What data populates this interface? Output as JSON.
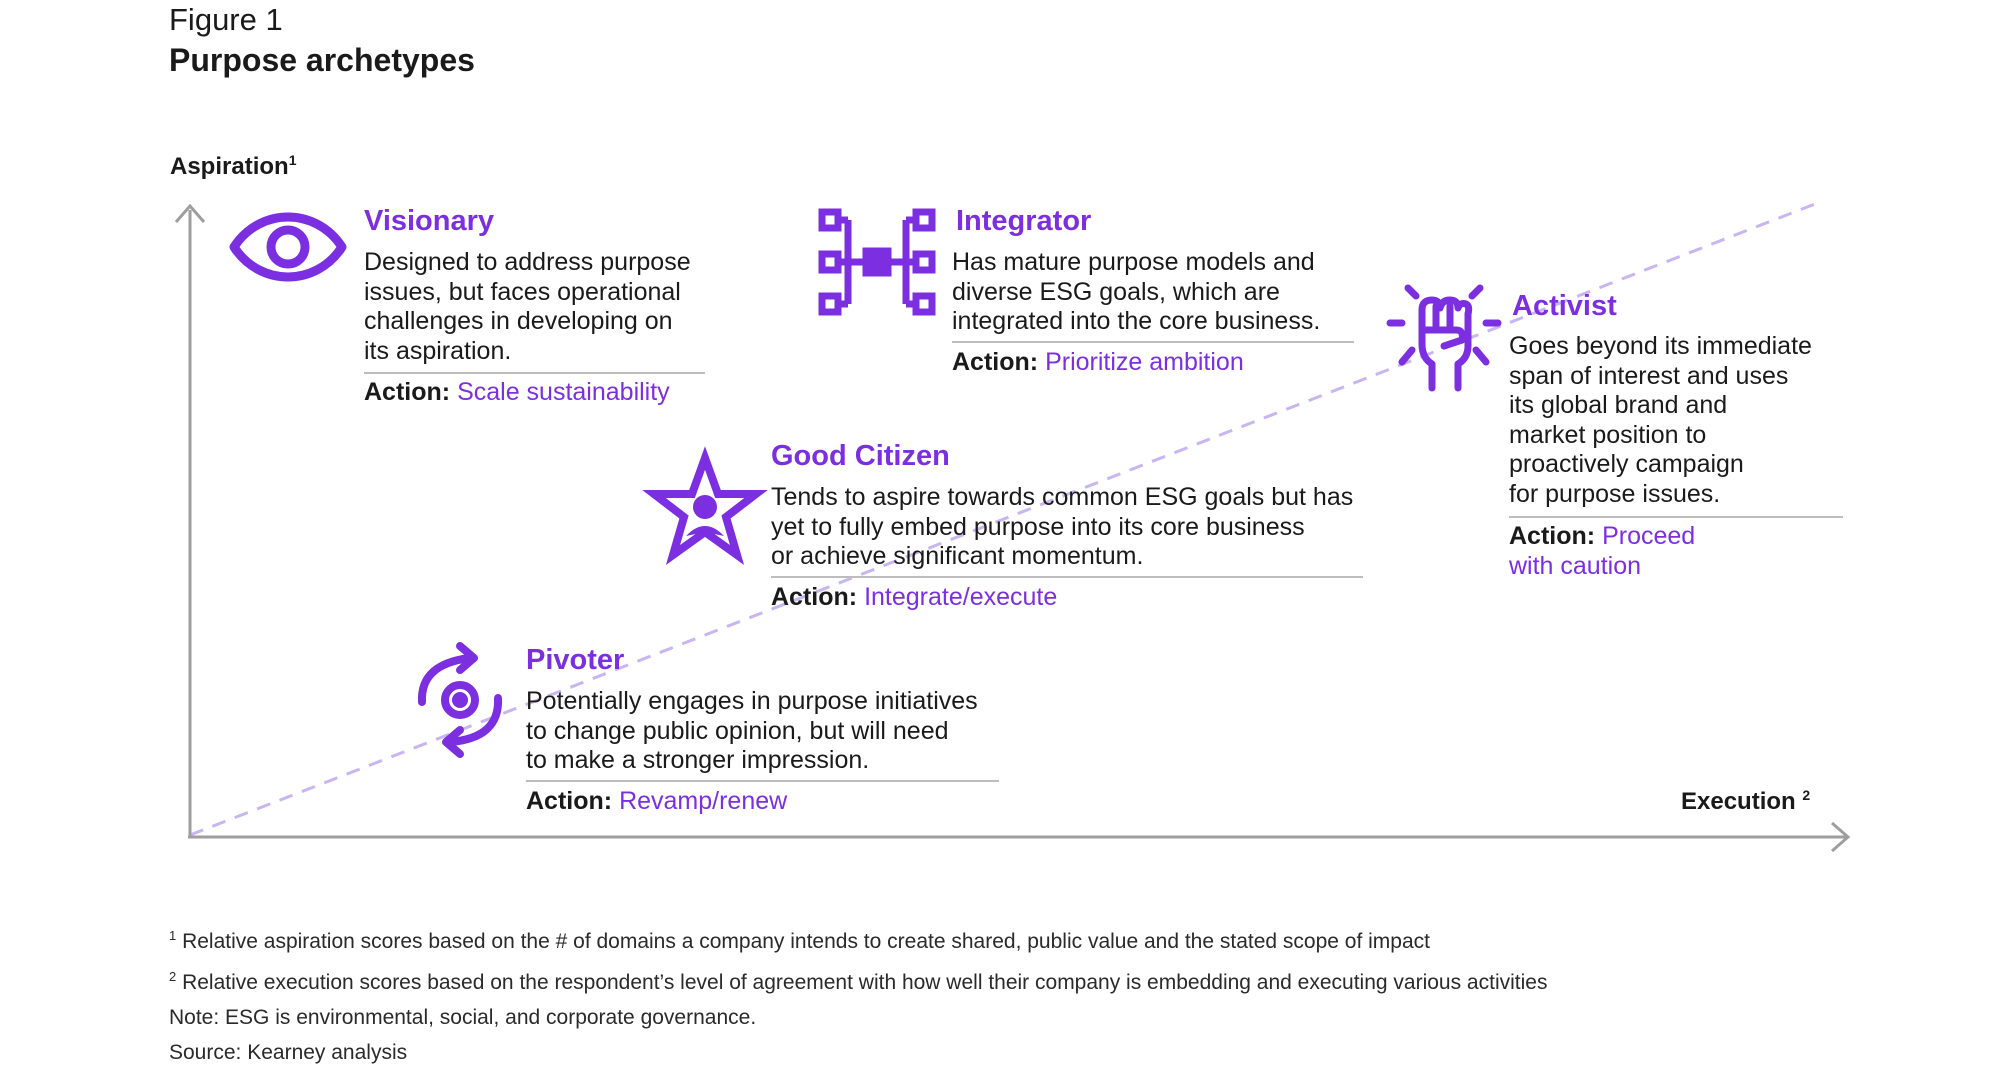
{
  "figure_label": "Figure 1",
  "figure_title": "Purpose archetypes",
  "axes": {
    "y_label": "Aspiration",
    "y_sup": "1",
    "x_label": "Execution",
    "x_sup": "2"
  },
  "colors": {
    "accent": "#7b2fe0",
    "dashed_trend": "#c9b6f0",
    "axis": "#9e9e9e",
    "rule": "#bdbdbd"
  },
  "archetypes": [
    {
      "name": "Visionary",
      "icon": "eye-icon",
      "desc": [
        "Designed to address purpose",
        "issues, but faces operational",
        "challenges in developing on",
        "its aspiration."
      ],
      "action_key": "Action:",
      "action": "Scale sustainability"
    },
    {
      "name": "Integrator",
      "icon": "network-icon",
      "desc": [
        "Has mature purpose models and",
        "diverse ESG goals, which are",
        "integrated into the core business."
      ],
      "action_key": "Action:",
      "action": "Prioritize ambition"
    },
    {
      "name": "Activist",
      "icon": "raised-fist-icon",
      "desc": [
        "Goes beyond its immediate",
        "span of interest and uses",
        "its global brand and",
        "market position to",
        "proactively campaign",
        "for purpose issues."
      ],
      "action_key": "Action:",
      "action_lines": [
        "Proceed",
        "with caution"
      ]
    },
    {
      "name": "Good Citizen",
      "icon": "star-person-icon",
      "desc": [
        "Tends to aspire towards common ESG goals but has",
        "yet to fully embed purpose into its core business",
        "or achieve significant momentum."
      ],
      "action_key": "Action:",
      "action": "Integrate/execute"
    },
    {
      "name": "Pivoter",
      "icon": "pivot-arrows-icon",
      "desc": [
        "Potentially engages in purpose initiatives",
        "to change public opinion, but will need",
        "to make a stronger impression."
      ],
      "action_key": "Action:",
      "action": "Revamp/renew"
    }
  ],
  "footnotes": {
    "note1_sup": "1",
    "note1": "Relative aspiration scores based on the # of domains a company intends to create shared, public value and the stated scope of impact",
    "note2_sup": "2",
    "note2": "Relative execution scores based on the respondent’s level of agreement with how well their company is embedding and executing various activities",
    "note3": "Note: ESG is environmental, social, and corporate governance.",
    "source": "Source: Kearney analysis"
  }
}
